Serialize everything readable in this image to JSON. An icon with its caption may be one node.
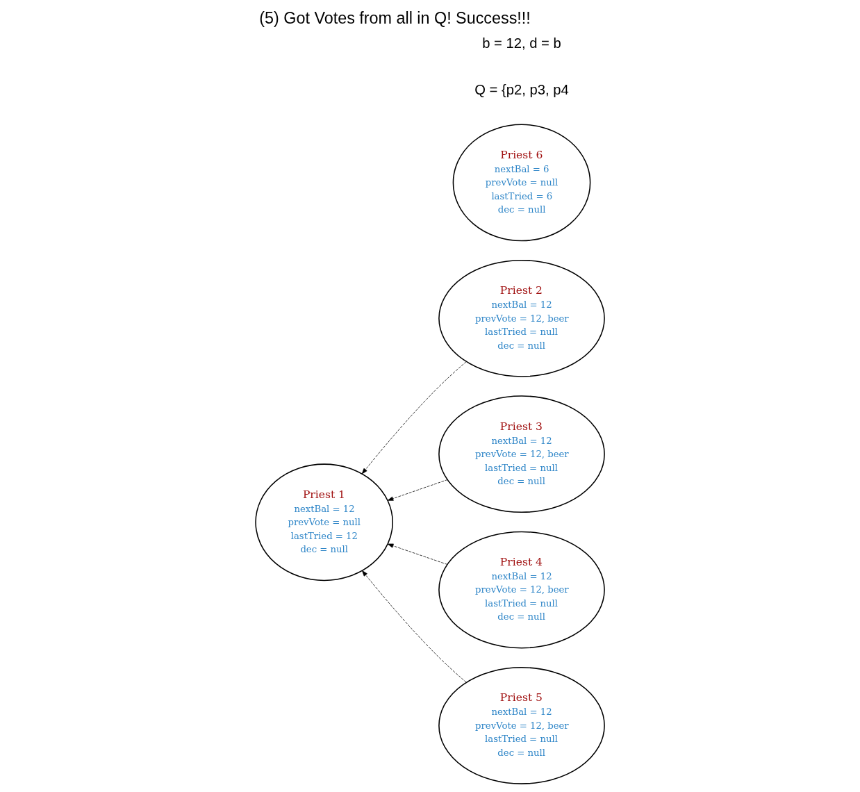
{
  "diagram": {
    "title": "(5) Got Votes from all in Q! Success!!!",
    "nodes": [
      {
        "text": [
          "Priest 1",
          "nextBal = 12",
          "prevVote = null",
          "lastTried = 12",
          "dec = null"
        ]
      },
      {
        "text": [
          "Priest 2",
          "nextBal = 12",
          "prevVote = 12, beer",
          "lastTried = null",
          "dec = null"
        ]
      },
      {
        "text": [
          "Priest 3",
          "nextBal = 12",
          "prevVote = 12, beer",
          "lastTried = null",
          "dec = null"
        ]
      },
      {
        "text": [
          "Priest 4",
          "nextBal = 12",
          "prevVote = 12, beer",
          "lastTried = null",
          "dec = null"
        ]
      },
      {
        "text": [
          "Priest 5",
          "nextBal = 12",
          "prevVote = 12, beer",
          "lastTried = null",
          "dec = null"
        ]
      },
      {
        "text": [
          "Priest 6",
          "nextBal = 6",
          "prevVote = null",
          "lastTried = 6",
          "dec = null"
        ]
      }
    ],
    "edges": [
      {
        "from": 1,
        "to": 0,
        "arrow": "to",
        "style": "dashed"
      },
      {
        "from": 2,
        "to": 0,
        "arrow": "to",
        "style": "dashed"
      },
      {
        "from": 3,
        "to": 0,
        "arrow": "to",
        "style": "dashed"
      },
      {
        "from": 4,
        "to": 0,
        "arrow": "to",
        "style": "dashed"
      }
    ],
    "labels": [
      "Q = {p2, p3, p4",
      "b = 12, d = b"
    ]
  }
}
